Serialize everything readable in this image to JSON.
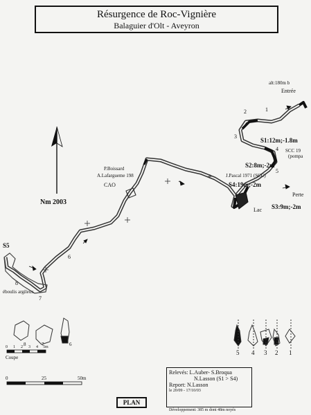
{
  "title": "Résurgence de Roc-Vignière",
  "subtitle": "Balaguier d'Olt - Aveyron",
  "north_label": "Nm 2003",
  "labels": {
    "altitude": "alt:180m b",
    "entrance": "Entrée",
    "s1": "S1:12m;-1.8m",
    "scc": "SCC 19",
    "pompage": "(pompa",
    "s2": "S2:8m;-2m",
    "jpascal": "J.Pascal 1971 (SCC)",
    "s4": "S4:19m;-2m",
    "perte": "Perte",
    "lac": "Lac",
    "s3": "S3:9m;-2m",
    "pboissard": "P.Boissard",
    "alafargueme": "A.Lafargueme 198",
    "cao": "CAO",
    "s5": "S5",
    "eboulis": "éboulis argileux",
    "num_1": "1",
    "num_2": "2",
    "num_3": "3",
    "num_4": "4",
    "num_5": "5",
    "num_6": "6",
    "num_7": "7",
    "num_8": "8"
  },
  "coupe": {
    "label": "Coupe",
    "scale_ticks": [
      "0",
      "1",
      "2",
      "3",
      "4",
      "5m"
    ],
    "section_numbers": [
      "8",
      "7",
      "6"
    ]
  },
  "right_sections": [
    "5",
    "4",
    "3",
    "2",
    "1"
  ],
  "scale": {
    "ticks": [
      "0",
      "25",
      "50m"
    ]
  },
  "credits": {
    "releves": "Relevés: L.Auber- S.Broqua",
    "lasson": "N.Lasson (S1 > S4)",
    "report": "Report: N.Lasson",
    "dates": "le 20/09 - 17/10/03"
  },
  "plan_label": "PLAN",
  "development": "Développement: 385 m dont 48m noyés"
}
